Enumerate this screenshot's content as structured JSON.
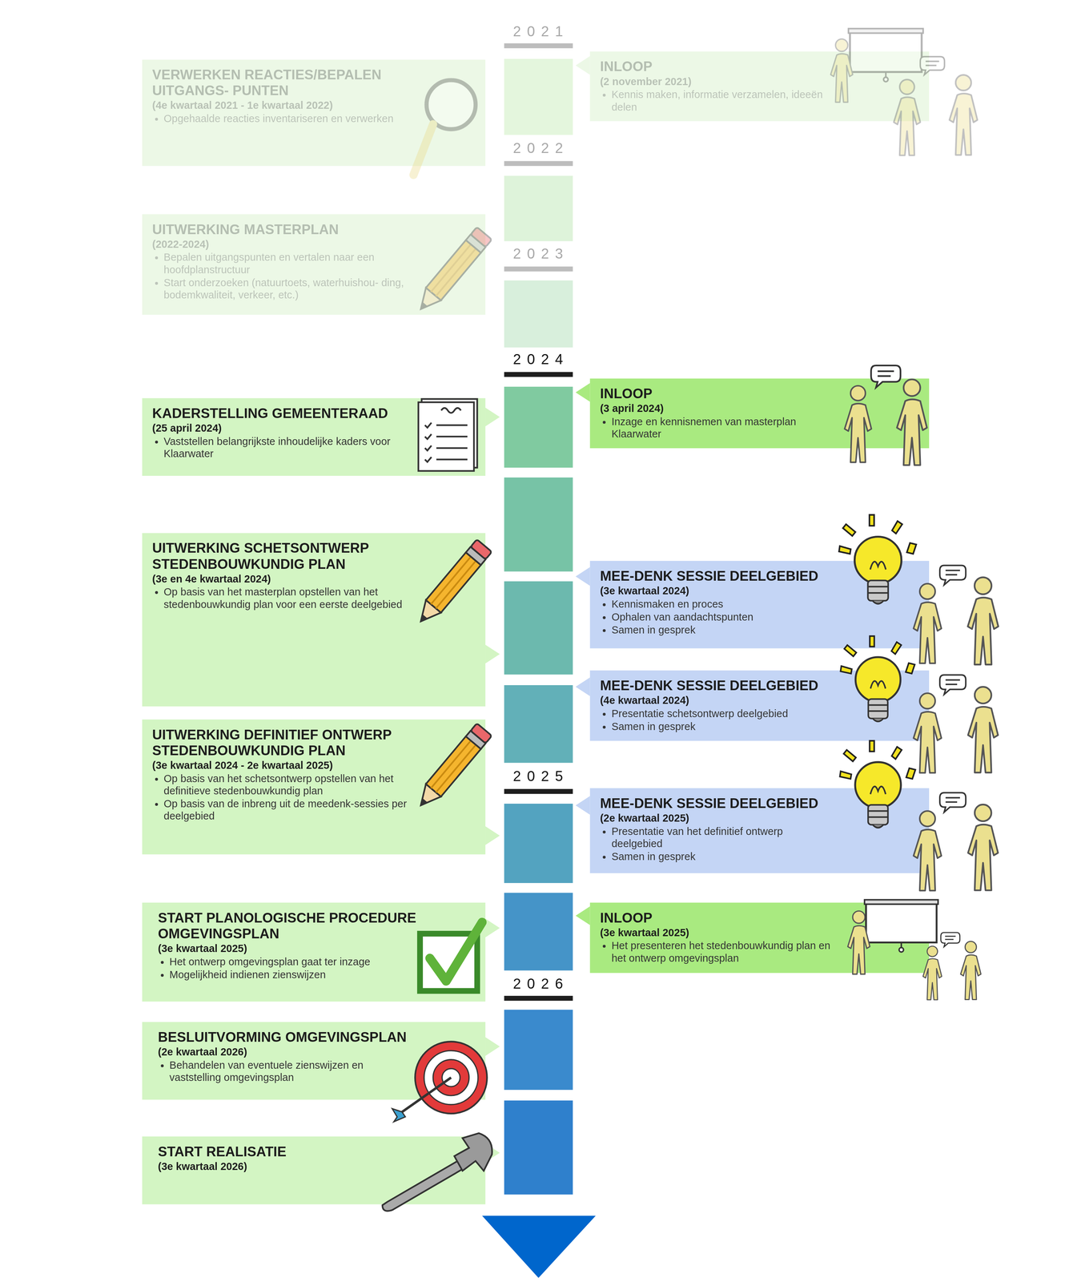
{
  "diagram": {
    "nodes": [
      {
        "text": [
          "VERWERKEN REACTIES/BEPALEN UITGANGS- PUNTEN",
          "(4e kwartaal 2021 - 1e kwartaal 2022)",
          "Opgehaalde reacties inventariseren en verwerken"
        ]
      },
      {
        "text": [
          "INLOOP",
          "(2 november 2021)",
          "Kennis maken, informatie verzamelen, ideeën delen"
        ]
      },
      {
        "text": [
          "UITWERKING MASTERPLAN",
          "(2022-2024)",
          "Bepalen uitgangspunten en vertalen naar een hoofdplanstructuur",
          "Start onderzoeken (natuurtoets, waterhuishou- ding, bodemkwaliteit, verkeer, etc.)"
        ]
      },
      {
        "text": [
          "KADERSTELLING GEMEENTERAAD",
          "(25 april 2024)",
          "Vaststellen belangrijkste inhoudelijke kaders voor Klaarwater"
        ]
      },
      {
        "text": [
          "INLOOP",
          "(3 april 2024)",
          "Inzage en kennisnemen van masterplan Klaarwater"
        ]
      },
      {
        "text": [
          "UITWERKING SCHETSONTWERP STEDENBOUWKUNDIG PLAN",
          "(3e en 4e kwartaal 2024)",
          "Op basis van het masterplan opstellen van het stedenbouwkundig plan voor een eerste deelgebied"
        ]
      },
      {
        "text": [
          "MEE-DENK SESSIE DEELGEBIED",
          "(3e kwartaal 2024)",
          "Kennismaken en proces",
          "Ophalen van aandachtspunten",
          "Samen in gesprek"
        ]
      },
      {
        "text": [
          "MEE-DENK SESSIE DEELGEBIED",
          "(4e kwartaal 2024)",
          "Presentatie schetsontwerp deelgebied",
          "Samen in gesprek"
        ]
      },
      {
        "text": [
          "UITWERKING DEFINITIEF ONTWERP STEDENBOUWKUNDIG PLAN",
          "(3e kwartaal 2024 - 2e kwartaal 2025)",
          "Op basis van het schetsontwerp opstellen van het definitieve stedenbouwkundig plan",
          "Op basis van de inbreng uit de meedenk-sessies per deelgebied"
        ]
      },
      {
        "text": [
          "MEE-DENK SESSIE DEELGEBIED",
          "(2e kwartaal 2025)",
          "Presentatie van het definitief ontwerp deelgebied",
          "Samen in gesprek"
        ]
      },
      {
        "text": [
          "START PLANOLOGISCHE PROCEDURE OMGEVINGSPLAN",
          "(3e kwartaal 2025)",
          "Het ontwerp omgevingsplan gaat ter inzage",
          "Mogelijkheid indienen zienswijzen"
        ]
      },
      {
        "text": [
          "INLOOP",
          "(3e kwartaal 2025)",
          "Het presenteren het stedenbouwkundig plan en het ontwerp omgevingsplan"
        ]
      },
      {
        "text": [
          "BESLUITVORMING OMGEVINGSPLAN",
          "(2e kwartaal 2026)",
          "Behandelen van eventuele zienswijzen en vaststelling omgevingsplan"
        ]
      },
      {
        "text": [
          "START REALISATIE",
          "(3e kwartaal 2026)"
        ]
      }
    ],
    "labels": [
      "2021",
      "2022",
      "2023",
      "2024",
      "2025",
      "2026"
    ]
  }
}
